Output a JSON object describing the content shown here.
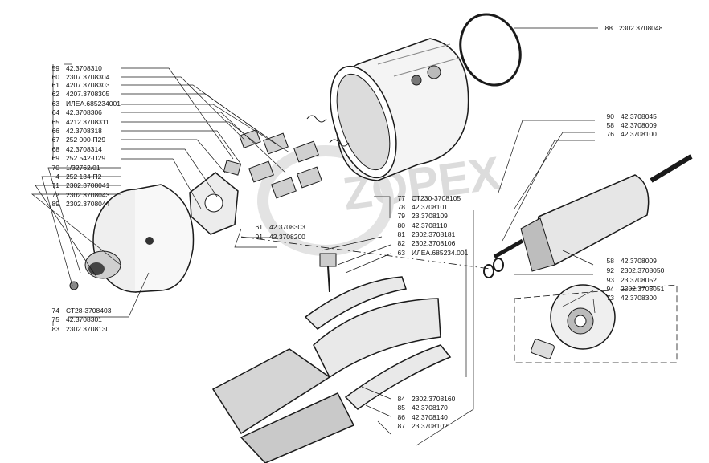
{
  "watermark": "ZOPEX",
  "colors": {
    "line": "#1a1a1a",
    "shade": "#3a3a3a",
    "light": "#cfcfcf",
    "watermark": "#d9d9d9"
  },
  "callouts": [
    {
      "num": "88",
      "part": "2302.3708048"
    },
    {
      "num": "59",
      "part": "42.3708310"
    },
    {
      "num": "60",
      "part": "2307.3708304"
    },
    {
      "num": "61",
      "part": "4207.3708303"
    },
    {
      "num": "62",
      "part": "4207.3708305"
    },
    {
      "num": "63",
      "part": "ИЛЕА.685234001"
    },
    {
      "num": "64",
      "part": "42.3708306"
    },
    {
      "num": "65",
      "part": "4212.3708311"
    },
    {
      "num": "66",
      "part": "42.3708318"
    },
    {
      "num": "67",
      "part": "252 000-П29"
    },
    {
      "num": "68",
      "part": "42.3708314"
    },
    {
      "num": "69",
      "part": "252 542-П29"
    },
    {
      "num": "70",
      "part": "1/32762/01"
    },
    {
      "num": "4",
      "part": "252 134-П2"
    },
    {
      "num": "71",
      "part": "2302.3708041"
    },
    {
      "num": "72",
      "part": "2302.3708043"
    },
    {
      "num": "89",
      "part": "2302.3708044"
    },
    {
      "num": "90",
      "part": "42.3708045"
    },
    {
      "num": "58",
      "part": "42.3708009"
    },
    {
      "num": "76",
      "part": "42.3708100"
    },
    {
      "num": "77",
      "part": "СТ230-3708105"
    },
    {
      "num": "78",
      "part": "42.3708101"
    },
    {
      "num": "79",
      "part": "23.3708109"
    },
    {
      "num": "80",
      "part": "42.3708110"
    },
    {
      "num": "81",
      "part": "2302.3708181"
    },
    {
      "num": "82",
      "part": "2302.3708106"
    },
    {
      "num": "63",
      "part": "ИЛЕА.685234.001"
    },
    {
      "num": "61",
      "part": "42.3708303"
    },
    {
      "num": "91",
      "part": "42.3708200"
    },
    {
      "num": "58",
      "part": "42.3708009"
    },
    {
      "num": "92",
      "part": "2302.3708050"
    },
    {
      "num": "93",
      "part": "23.3708052"
    },
    {
      "num": "94",
      "part": "2302.3708051"
    },
    {
      "num": "73",
      "part": "42.3708300"
    },
    {
      "num": "74",
      "part": "СТ28-3708403"
    },
    {
      "num": "75",
      "part": "42.3708301"
    },
    {
      "num": "83",
      "part": "2302.3708130"
    },
    {
      "num": "84",
      "part": "2302.3708160"
    },
    {
      "num": "85",
      "part": "42.3708170"
    },
    {
      "num": "86",
      "part": "42.3708140"
    },
    {
      "num": "87",
      "part": "23.3708102"
    }
  ]
}
